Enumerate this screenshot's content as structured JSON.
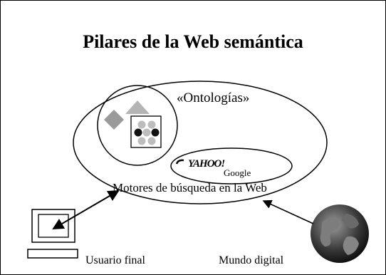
{
  "slide": {
    "title": "Pilares de la Web semántica"
  },
  "labels": {
    "ontologies": "«Ontologías»",
    "search_engines": "Motores de búsqueda en la Web",
    "end_user": "Usuario final",
    "digital_world": "Mundo digital"
  },
  "search_logos": {
    "yahoo": "YAHOO!",
    "google": "Google"
  },
  "icons": [
    "ontology-shapes-icon",
    "yahoo-logo",
    "google-logo",
    "computer-icon",
    "globe-icon"
  ]
}
